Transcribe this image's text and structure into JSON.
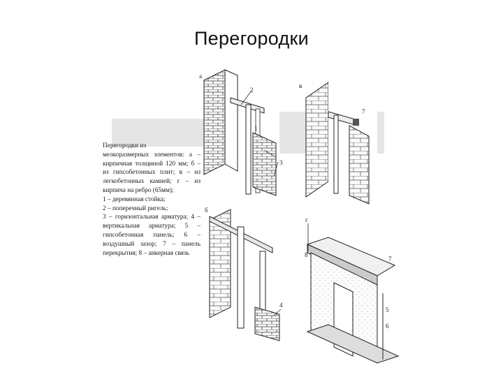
{
  "slide": {
    "title": "Перегородки"
  },
  "caption": {
    "text": "Перегородки из\nмелкоразмерных элементов: а – кирпичная толщиной 120 мм; б – из гипсобетонных плит; в – из легкобетонных камней; г – из кирпича на ребро (65мм);\n1 – деревянная стойка;\n2 – поперечный ригель;\n3 – горизонтальная арматура; 4 – вертикальная арматура; 5 – гипсобетонная панель; 6 – воздушный зазор; 7 – панель перекрытия; 8 – анкерная связь"
  },
  "figure_labels": {
    "a": "а",
    "b": "б",
    "v": "в",
    "g": "г",
    "n1": "1",
    "n2": "2",
    "n3": "3",
    "n4": "4",
    "n5": "5",
    "n6": "6",
    "n7": "7",
    "n8": "8"
  }
}
